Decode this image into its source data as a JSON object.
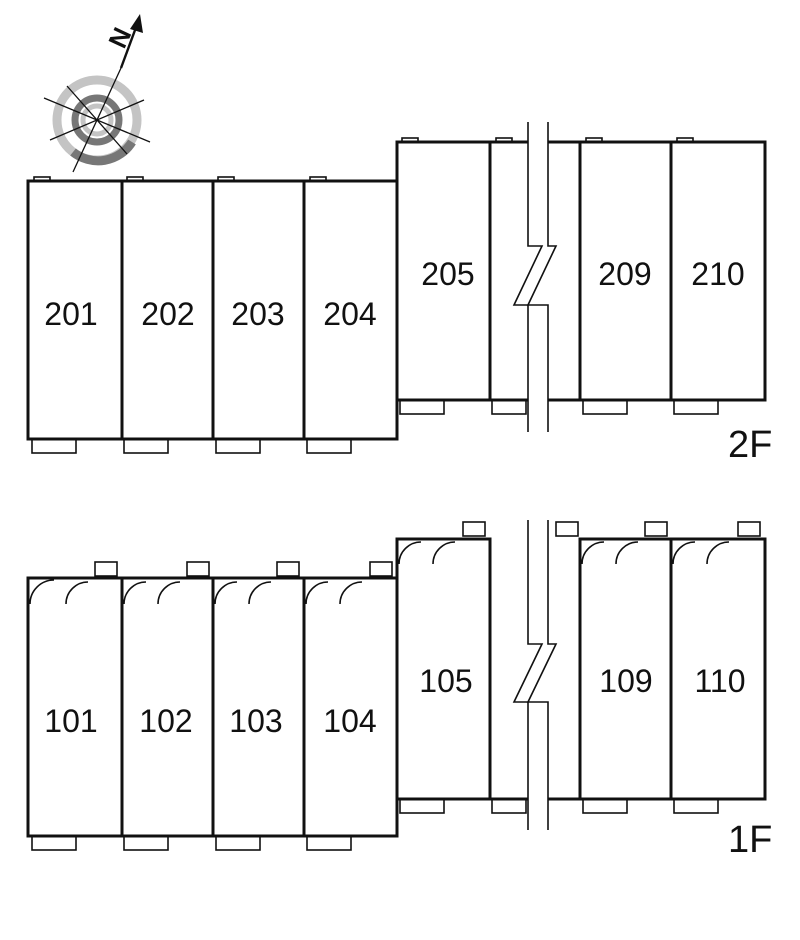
{
  "compass": {
    "icon": "compass-icon",
    "north_label": "N"
  },
  "floors": [
    {
      "id": "2F",
      "label": "2F",
      "units": [
        "201",
        "202",
        "203",
        "204",
        "205",
        "209",
        "210"
      ]
    },
    {
      "id": "1F",
      "label": "1F",
      "units": [
        "101",
        "102",
        "103",
        "104",
        "105",
        "109",
        "110"
      ]
    }
  ],
  "colors": {
    "line": "#111111",
    "compass_light": "#bdbdbd",
    "compass_dark": "#7a7a7a",
    "background": "#ffffff"
  }
}
